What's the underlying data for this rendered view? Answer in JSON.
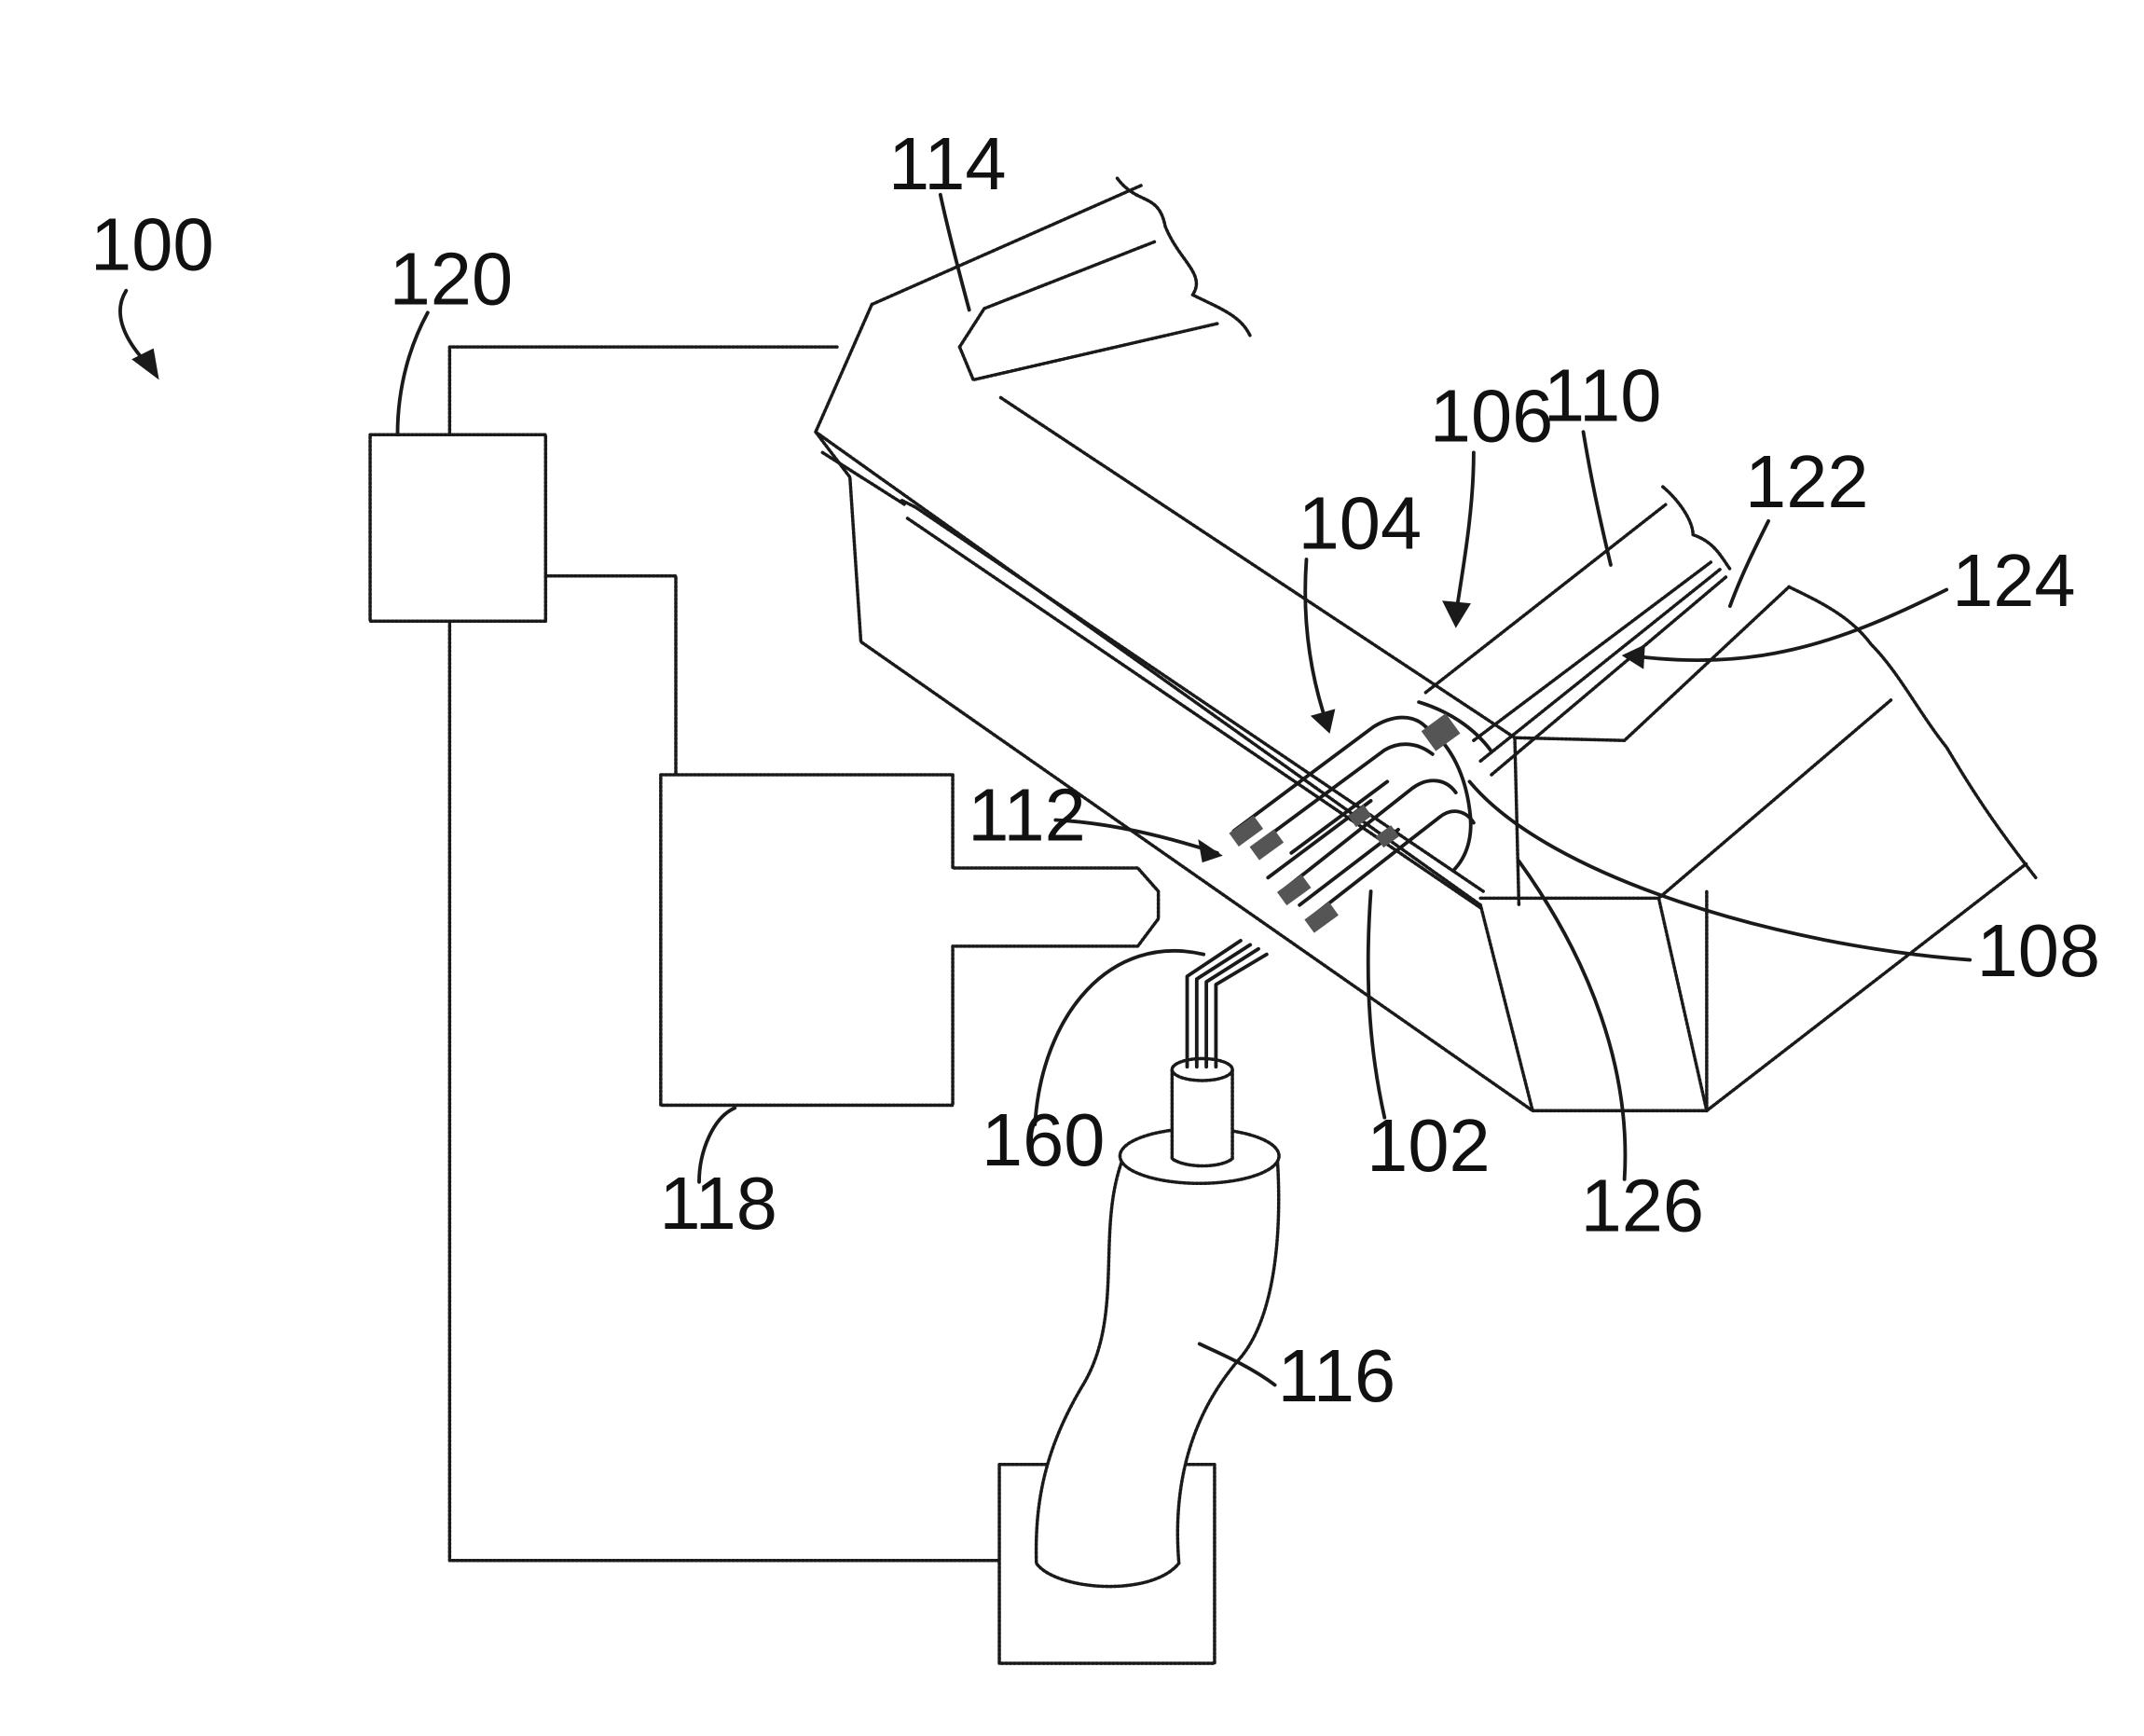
{
  "labels": {
    "l100": "100",
    "l120": "120",
    "l114": "114",
    "l106": "106",
    "l110": "110",
    "l122": "122",
    "l104": "104",
    "l124": "124",
    "l112": "112",
    "l108": "108",
    "l160": "160",
    "l102": "102",
    "l126": "126",
    "l118": "118",
    "l116": "116"
  }
}
